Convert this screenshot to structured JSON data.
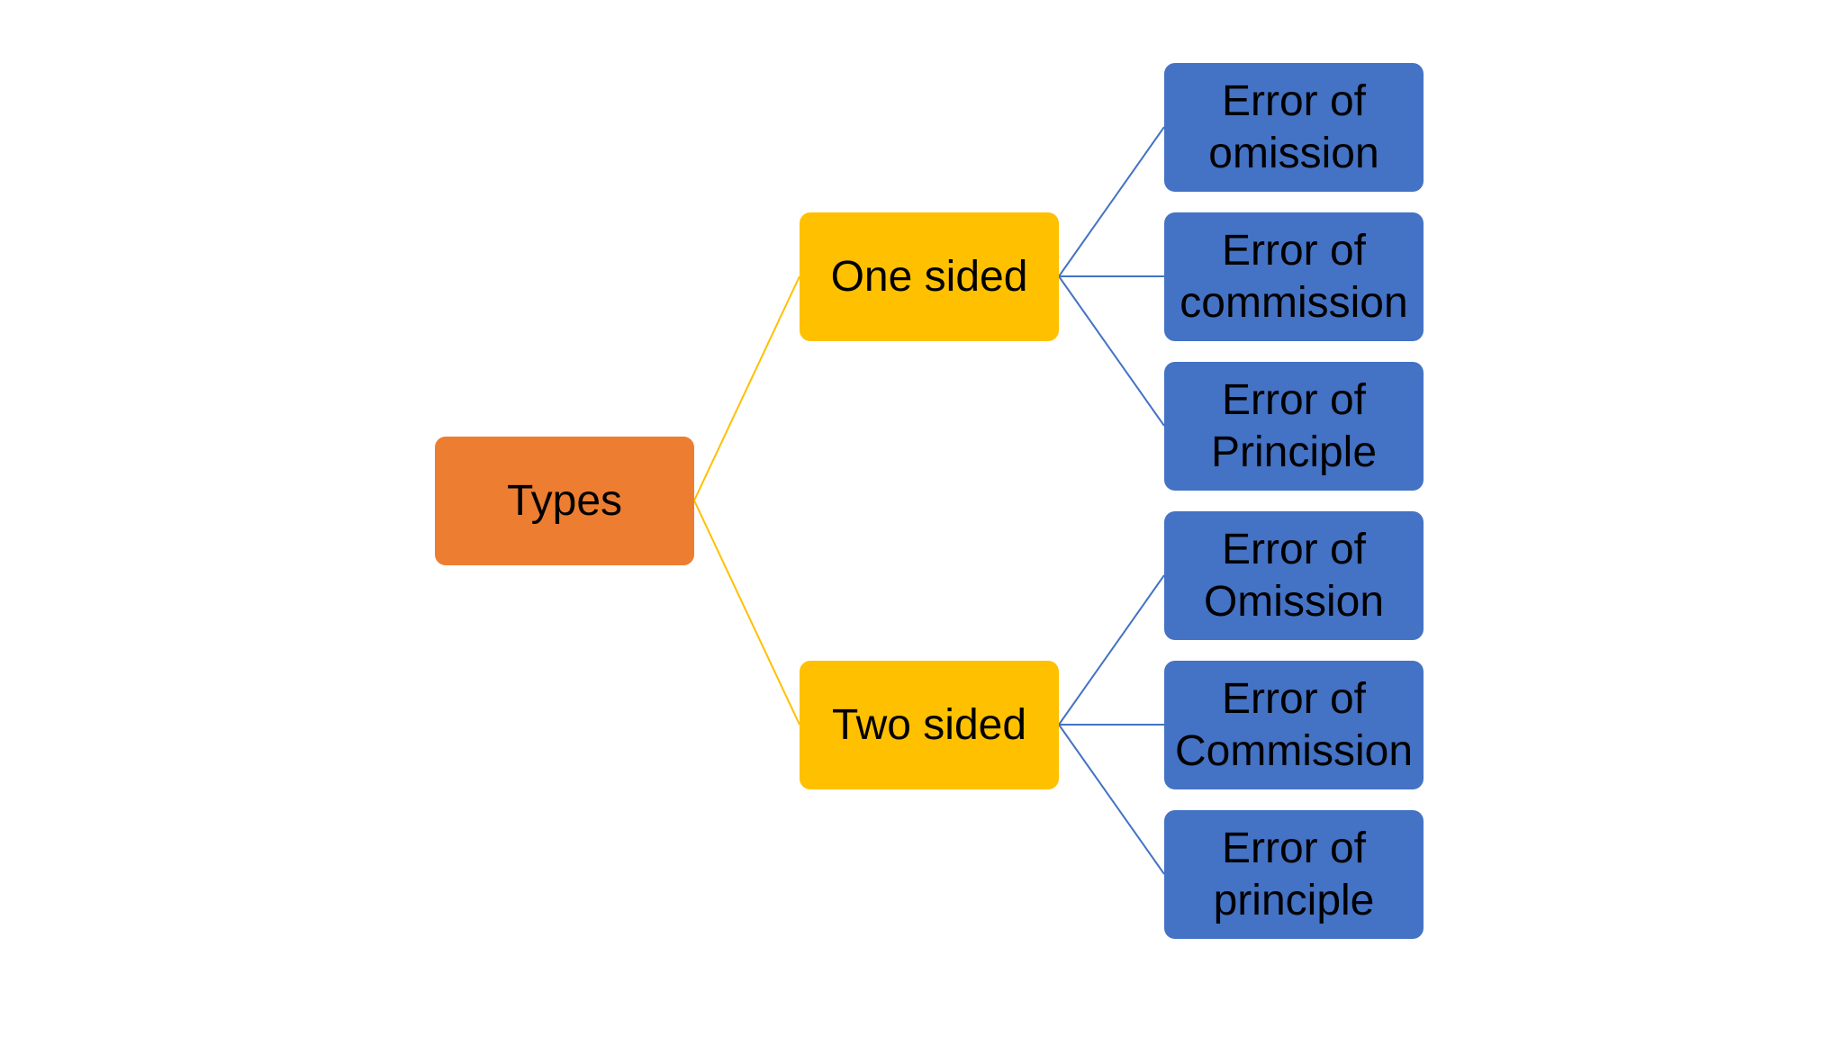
{
  "colors": {
    "root": "#ED7D31",
    "level1": "#FFC000",
    "level2": "#4472C4",
    "line_level1": "#FFC000",
    "line_level2": "#4472C4"
  },
  "root": {
    "label": "Types"
  },
  "branches": [
    {
      "label": "One sided",
      "children": [
        {
          "label": "Error of\nomission"
        },
        {
          "label": "Error of\ncommission"
        },
        {
          "label": "Error of\nPrinciple"
        }
      ]
    },
    {
      "label": "Two sided",
      "children": [
        {
          "label": "Error of\nOmission"
        },
        {
          "label": "Error of\nCommission"
        },
        {
          "label": "Error of\nprinciple"
        }
      ]
    }
  ]
}
